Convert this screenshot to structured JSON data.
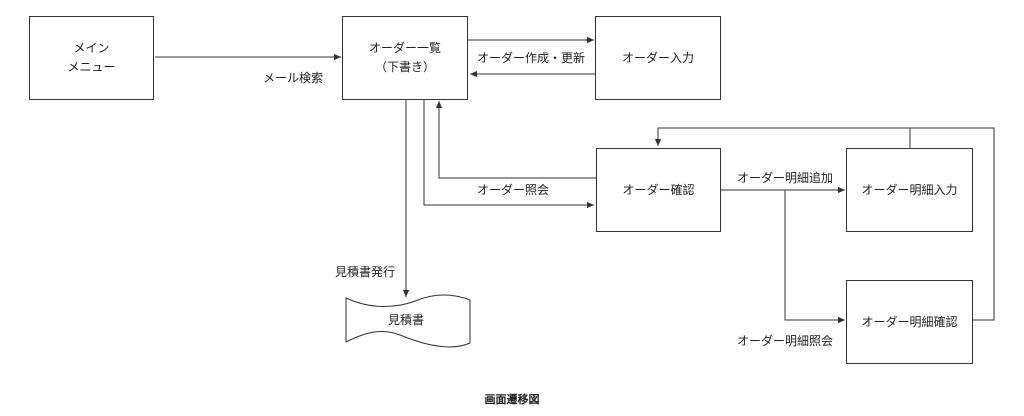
{
  "nodes": {
    "main_menu": [
      "メイン",
      "メニュー"
    ],
    "order_list": [
      "オーダー一覧",
      "（下書き）"
    ],
    "order_input": "オーダー入力",
    "order_confirm": "オーダー確認",
    "detail_input": "オーダー明細入力",
    "detail_confirm": "オーダー明細確認",
    "quote_doc": "見積書"
  },
  "edges": {
    "mail_search": "メール検索",
    "create_update": "オーダー作成・更新",
    "order_inquiry": "オーダー照会",
    "quote_issue": "見積書発行",
    "add_detail": "オーダー明細追加",
    "detail_inquiry": "オーダー明細照会"
  },
  "caption": "画面遷移図",
  "colors": {
    "line": "#333333",
    "text": "#222222"
  }
}
